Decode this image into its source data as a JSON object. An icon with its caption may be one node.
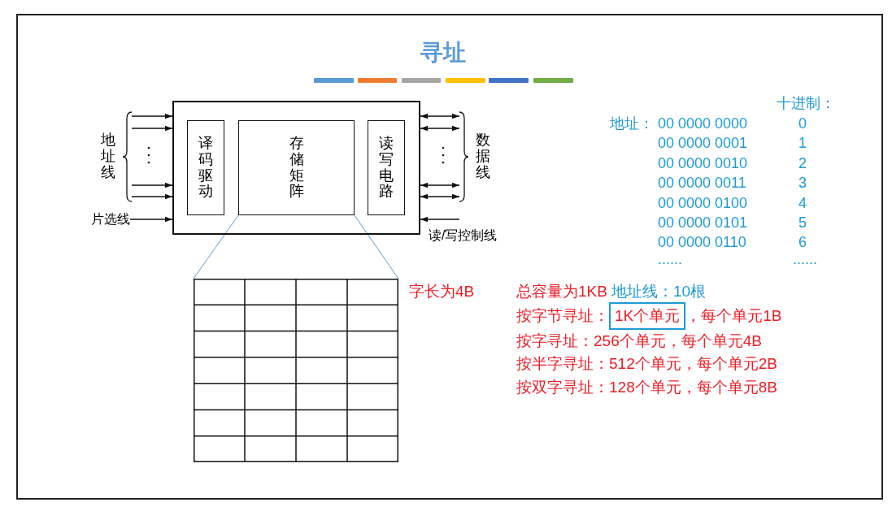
{
  "diagram": {
    "title": "寻址",
    "nodes": [
      {
        "text": [],
        "shape": "box"
      },
      {
        "text": [
          "译码驱动"
        ],
        "in": 0
      },
      {
        "text": [
          "存储矩阵"
        ],
        "in": 0
      },
      {
        "text": [
          "读写电路"
        ],
        "in": 0
      },
      {
        "text": [
          "地址线"
        ]
      },
      {
        "text": [
          "数据线"
        ]
      },
      {
        "text": [
          "片选线"
        ]
      },
      {
        "text": [
          "读/写控制线"
        ]
      },
      {
        "text": [],
        "shape": "grid",
        "beside": [
          "字长为4B"
        ]
      },
      {
        "text": [
          "1K个单元"
        ]
      }
    ],
    "edges": [
      {
        "from": 4,
        "to": 0,
        "arrow": "to"
      },
      {
        "from": 4,
        "to": 0,
        "arrow": "to"
      },
      {
        "from": 4,
        "to": 0,
        "arrow": "to"
      },
      {
        "from": 4,
        "to": 0,
        "arrow": "to"
      },
      {
        "from": 6,
        "to": 0,
        "arrow": "to"
      },
      {
        "from": 0,
        "to": 5,
        "arrow": "both"
      },
      {
        "from": 0,
        "to": 5,
        "arrow": "both"
      },
      {
        "from": 0,
        "to": 5,
        "arrow": "both"
      },
      {
        "from": 0,
        "to": 5,
        "arrow": "both"
      },
      {
        "from": 7,
        "to": 0,
        "arrow": "to"
      },
      {
        "from": 2,
        "to": 8,
        "arrow": "none",
        "color": "#5b9bd5"
      },
      {
        "from": 2,
        "to": 8,
        "arrow": "none",
        "color": "#5b9bd5"
      }
    ],
    "labels": [
      "十进制：",
      "地址：",
      "00 0000 0000",
      "0",
      "00 0000 0001",
      "1",
      "00 0000 0010",
      "2",
      "00 0000 0011",
      "3",
      "00 0000 0100",
      "4",
      "00 0000 0101",
      "5",
      "00 0000 0110",
      "6",
      "......",
      "......",
      "总容量为1KB",
      "地址线：10根",
      "按字节寻址：",
      "，每个单元1B",
      "按字寻址：256个单元，每个单元4B",
      "按半字寻址：512个单元，每个单元2B",
      "按双字寻址：128个单元，每个单元8B"
    ]
  }
}
